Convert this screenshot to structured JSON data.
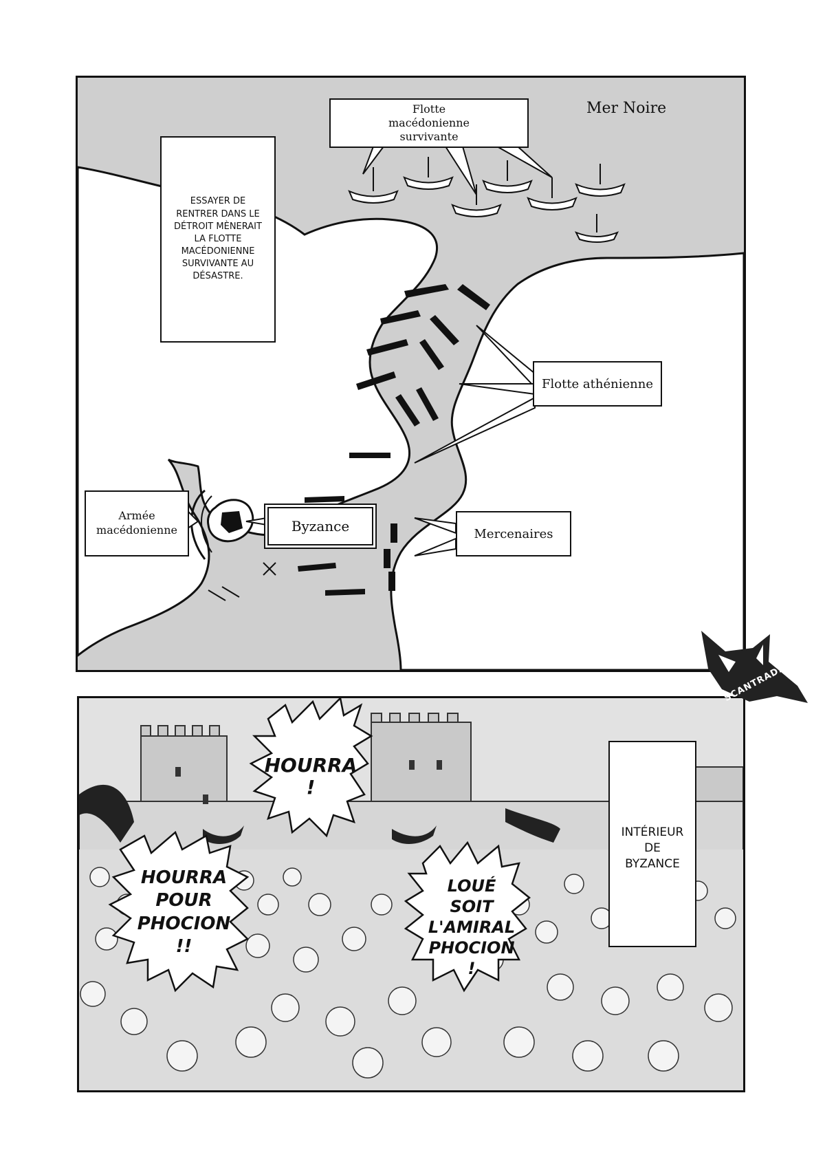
{
  "map_panel": {
    "sea_label": "Mer Noire",
    "callout_surviving_fleet": "Flotte macédonienne survivante",
    "narration": "ESSAYER DE RENTRER DANS LE DÉTROIT MÈNERAIT LA FLOTTE MACÉDONIENNE SURVIVANTE AU DÉSASTRE.",
    "callout_athenian_fleet": "Flotte athénienne",
    "callout_macedonian_army": "Armée macédonienne",
    "callout_city": "Byzance",
    "callout_mercenaries": "Mercenaires"
  },
  "crowd_panel": {
    "shout_hourra": "HOURRA !",
    "shout_hourra_phocion": "HOURRA POUR PHOCION !!",
    "shout_loue": "LOUÉ SOIT L'AMIRAL PHOCION !",
    "caption_location": "INTÉRIEUR DE BYZANCE"
  },
  "watermark": {
    "text": "SCANTRAD.FR"
  }
}
